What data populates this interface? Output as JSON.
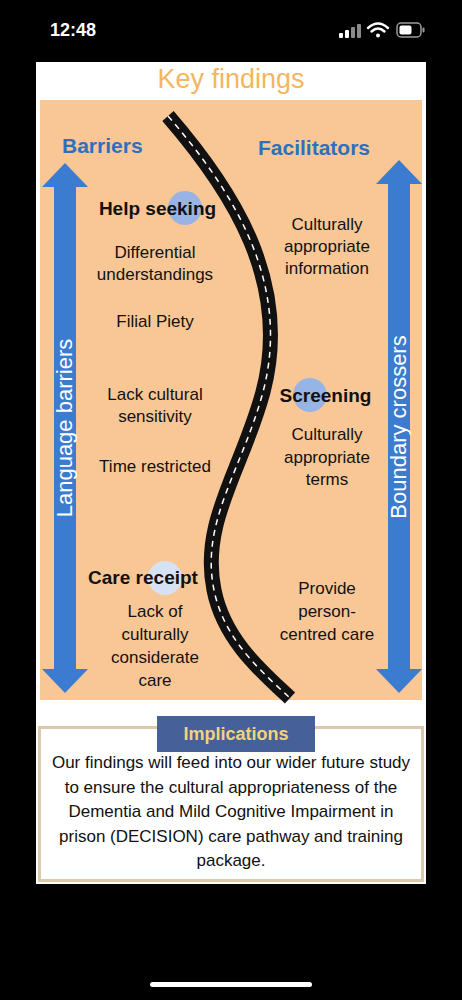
{
  "diagram": {
    "title": "Key findings",
    "nodes": [
      {
        "text": [
          "Language barriers"
        ]
      },
      {
        "text": [
          "Boundary crossers"
        ]
      },
      {
        "text": [
          "Help seeking"
        ]
      },
      {
        "text": [
          "Screening"
        ]
      },
      {
        "text": [
          "Care receipt"
        ]
      },
      {
        "text": [
          "Our findings will feed into our wider future study to ensure the cultural appropriateness of the Dementia and Mild Cognitive Impairment in prison (DECISION) care pathway and training package."
        ]
      },
      {
        "text": [
          "Implications"
        ],
        "in": 5
      }
    ],
    "labels": [
      "12:48",
      "Barriers",
      "Facilitators",
      "Differential understandings",
      "Filial Piety",
      "Lack cultural sensitivity",
      "Time restricted",
      "Lack of culturally considerate care",
      "Culturally appropriate information",
      "Culturally appropriate terms",
      "Provide person-centred care"
    ]
  }
}
